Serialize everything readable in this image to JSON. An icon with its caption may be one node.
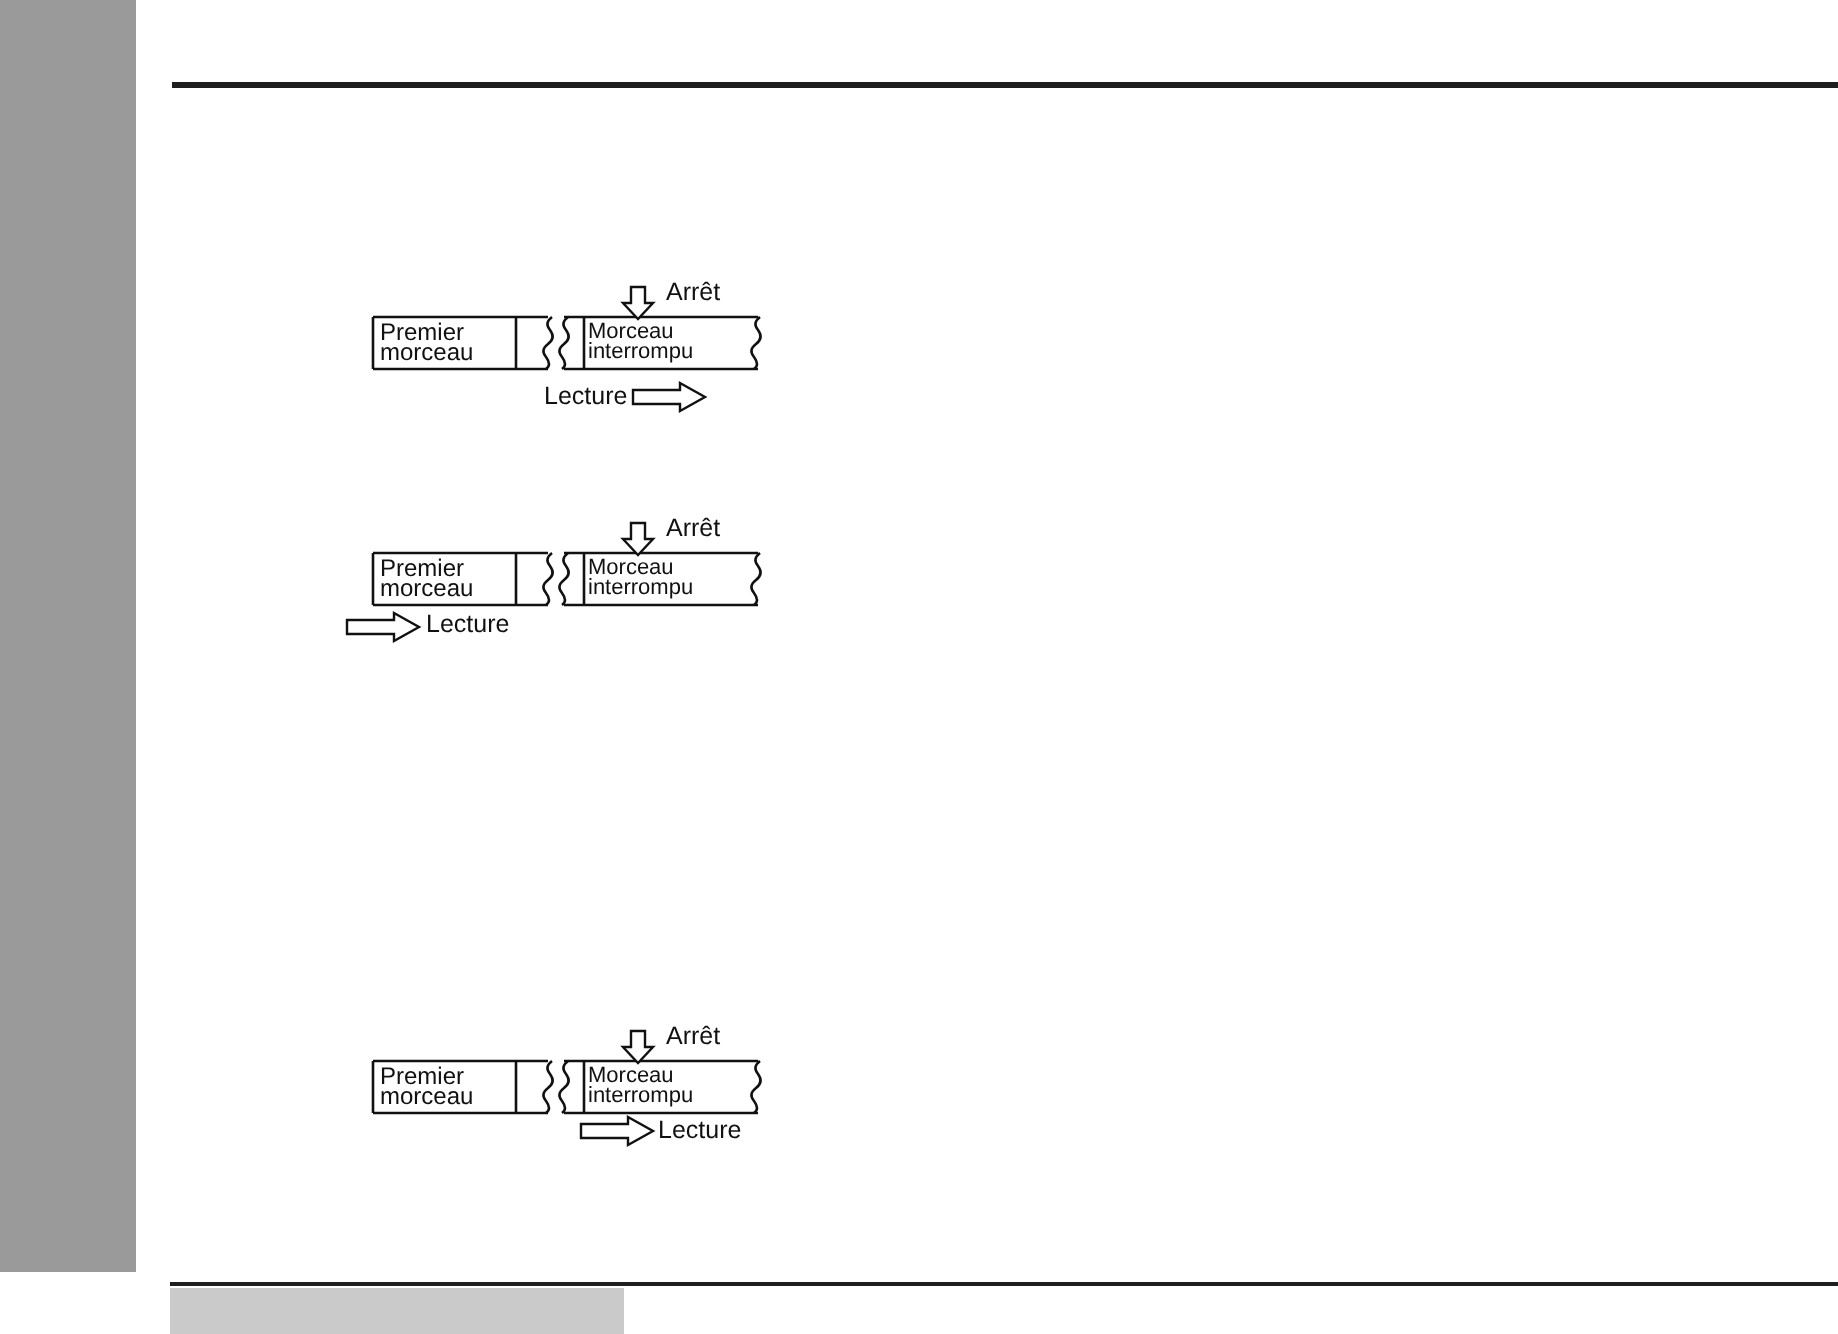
{
  "diagram": {
    "nodes": [
      {
        "text": [
          "Premier morceau"
        ]
      },
      {
        "text": [
          "Morceau interrompu"
        ]
      },
      {
        "text": [
          "Premier morceau"
        ]
      },
      {
        "text": [
          "Morceau interrompu"
        ]
      },
      {
        "text": [
          "Premier morceau"
        ]
      },
      {
        "text": [
          "Morceau interrompu"
        ]
      }
    ],
    "labels": [
      "Arrêt",
      "Lecture",
      "Arrêt",
      "Lecture",
      "Arrêt",
      "Lecture"
    ]
  }
}
